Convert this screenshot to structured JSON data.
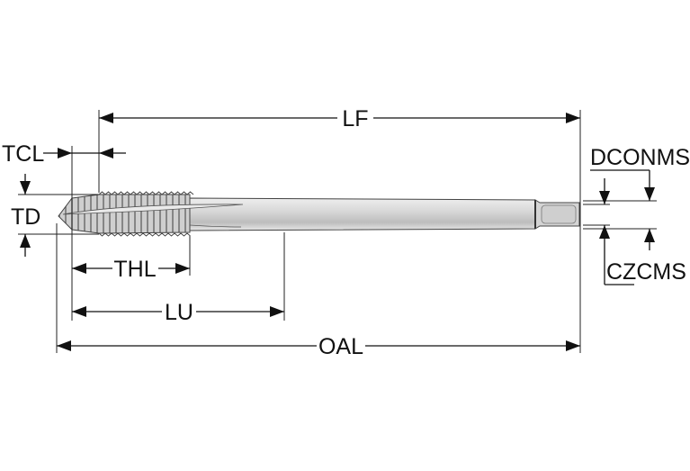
{
  "labels": {
    "lf": "LF",
    "tcl": "TCL",
    "td": "TD",
    "thl": "THL",
    "lu": "LU",
    "oal": "OAL",
    "dconms": "DCONMS",
    "czcms": "CZCMS"
  },
  "colors": {
    "line": "#111111",
    "tool_body": "#d6d6d6",
    "tool_shade": "#9a9a9a"
  }
}
